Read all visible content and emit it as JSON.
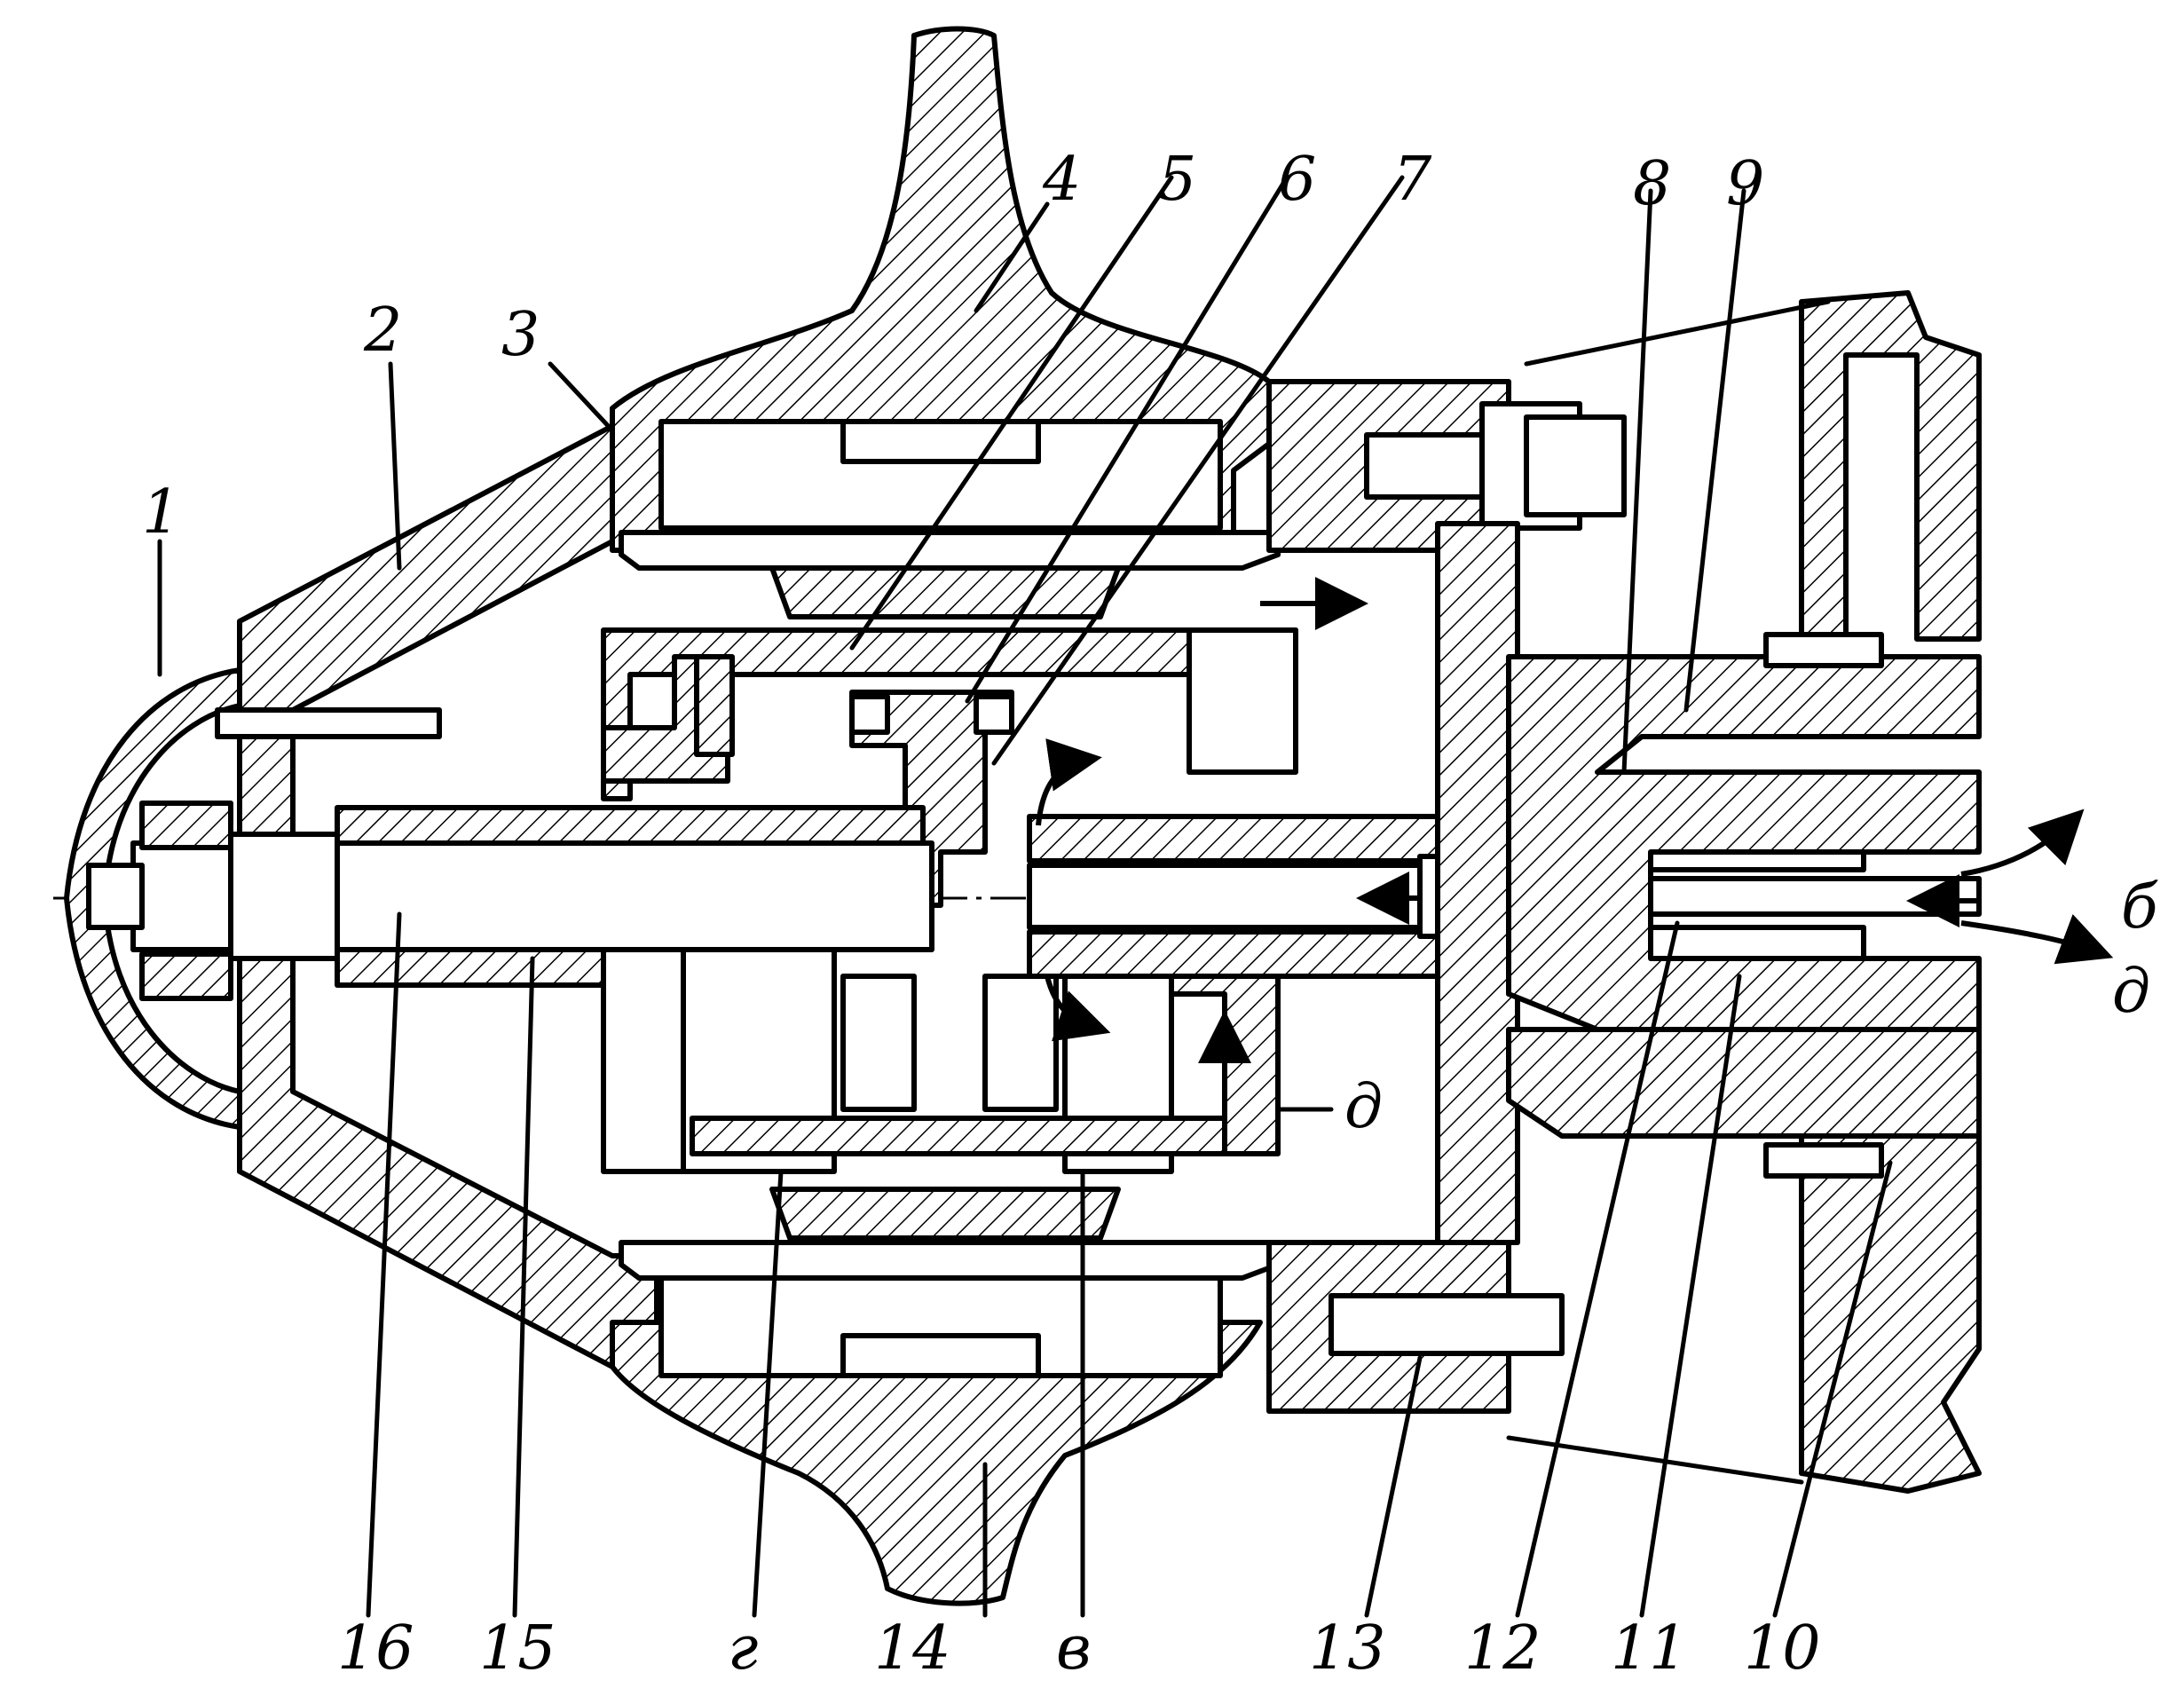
{
  "labels": {
    "l1": "1",
    "l2": "2",
    "l3": "3",
    "l4": "4",
    "l5": "5",
    "l6": "6",
    "l7": "7",
    "l8": "8",
    "l9": "9",
    "l10": "10",
    "l11": "11",
    "l12": "12",
    "l13": "13",
    "l14": "14",
    "l15": "15",
    "l16": "16",
    "b": "б",
    "d_right": "д",
    "d_mid": "д",
    "g": "г",
    "v": "в"
  }
}
